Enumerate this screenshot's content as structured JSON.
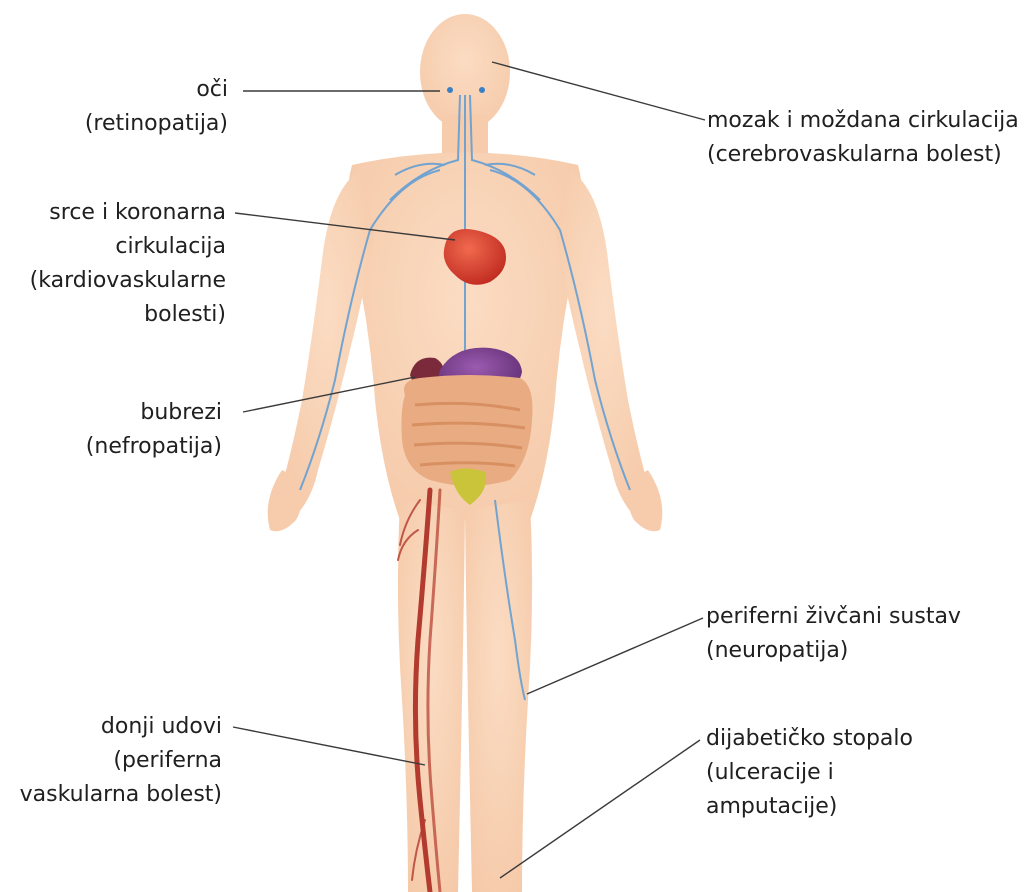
{
  "labels": {
    "eyes": {
      "lines": [
        "oči",
        "(retinopatija)"
      ]
    },
    "brain": {
      "lines": [
        "mozak i moždana cirkulacija",
        "(cerebrovaskularna bolest)"
      ]
    },
    "heart": {
      "lines": [
        "srce i koronarna",
        "cirkulacija",
        "(kardiovaskularne",
        "bolesti)"
      ]
    },
    "kidneys": {
      "lines": [
        "bubrezi",
        "(nefropatija)"
      ]
    },
    "nerves": {
      "lines": [
        "periferni živčani sustav",
        "(neuropatija)"
      ]
    },
    "legs": {
      "lines": [
        "donji udovi",
        "(periferna",
        "vaskularna bolest)"
      ]
    },
    "foot": {
      "lines": [
        "dijabetičko stopalo",
        "(ulceracije i",
        "amputacije)"
      ]
    }
  },
  "colors": {
    "skin": "#f9d3b6",
    "skin_shade": "#f3c3a0",
    "vessel_blue": "#5b9bd5",
    "heart": "#d6352a",
    "stomach": "#7c3f8f",
    "intestine": "#e7a57a",
    "bladder": "#c9c43a",
    "artery_red": "#b33a2e",
    "leader_line": "#3a3a3a"
  }
}
